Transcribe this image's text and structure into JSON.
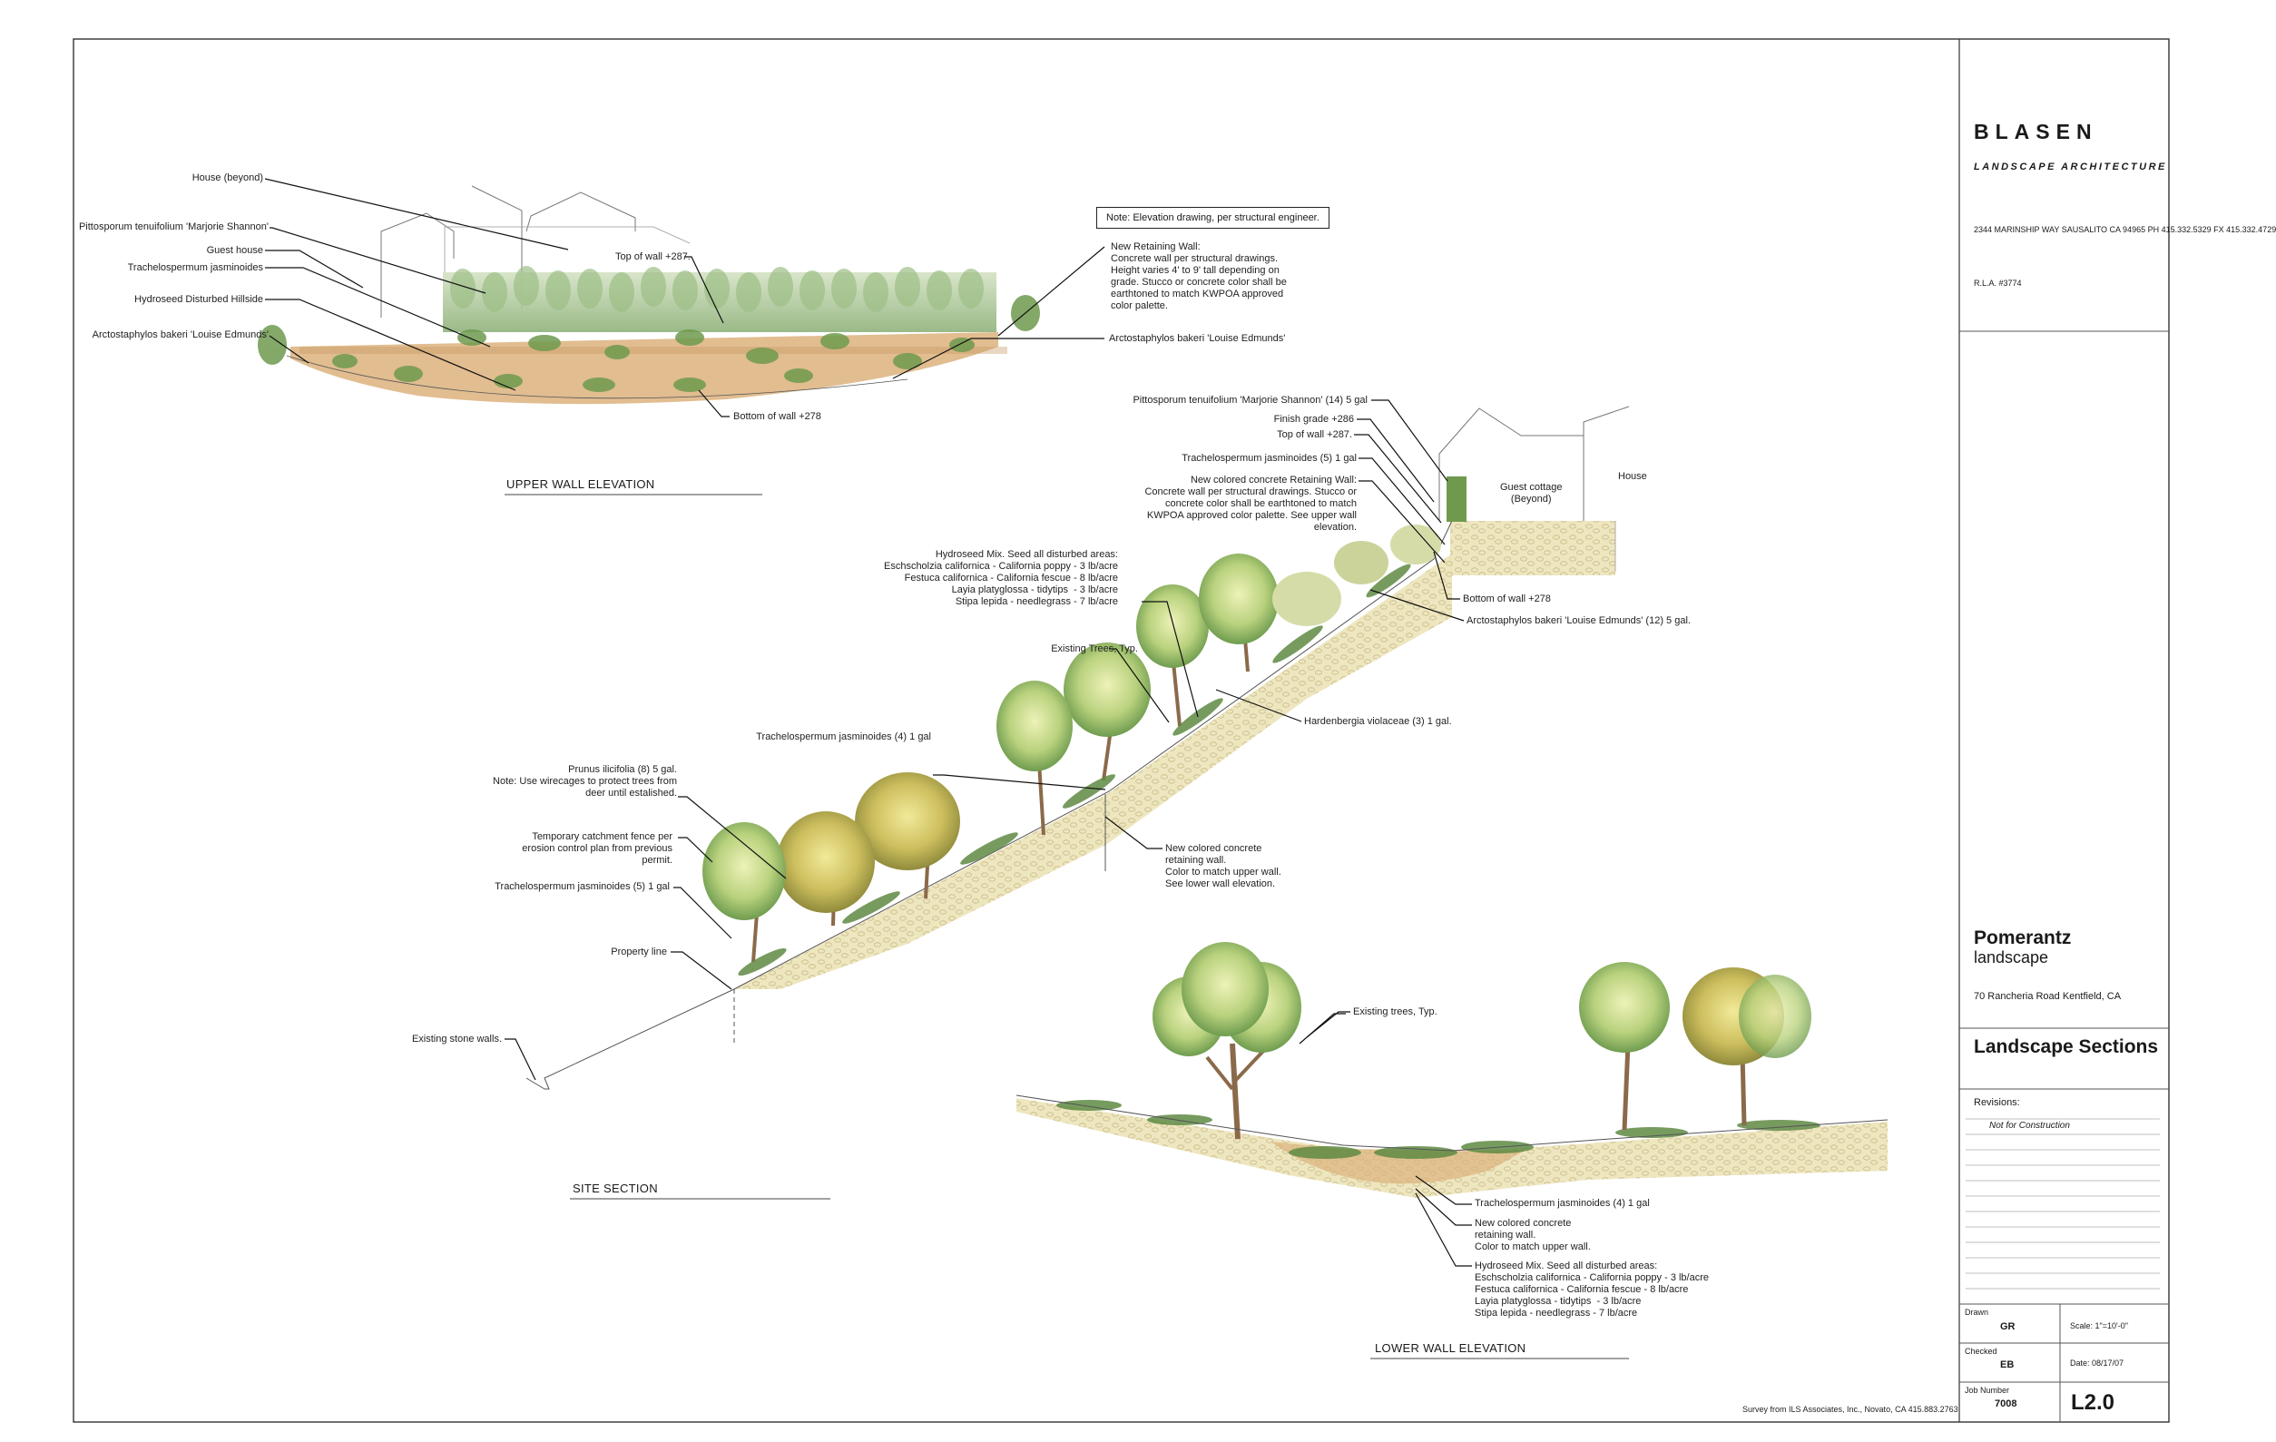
{
  "firm": {
    "name": "BLASEN",
    "tagline": "LANDSCAPE ARCHITECTURE",
    "address": "2344 MARINSHIP WAY\nSAUSALITO CA 94965\nPH 415.332.5329\nFX 415.332.4729",
    "license": "R.L.A. #3774"
  },
  "client": {
    "name": "Pomerantz",
    "subtitle": "landscape",
    "address": "70 Rancheria Road\nKentfield, CA"
  },
  "sheet": {
    "title": "Landscape\nSections",
    "revisions_label": "Revisions:",
    "revision_note": "Not for Construction",
    "drawn_label": "Drawn",
    "drawn_value": "GR",
    "scale": "Scale:  1\"=10'-0\"",
    "checked_label": "Checked",
    "checked_value": "EB",
    "date": "Date:  08/17/07",
    "job_label": "Job Number",
    "job_value": "7008",
    "sheet_number": "L2.0",
    "survey_note": "Survey from ILS Associates, Inc., Novato, CA 415.883.2763"
  },
  "views": {
    "upper": "UPPER WALL ELEVATION",
    "site": "SITE SECTION",
    "lower": "LOWER WALL ELEVATION"
  },
  "upper_labels": {
    "house_beyond": "House (beyond)",
    "pittosporum": "Pittosporum tenuifolium 'Marjorie Shannon'",
    "guest_house": "Guest house",
    "trachelospermum": "Trachelospermum jasminoides",
    "hydroseed": "Hydroseed Disturbed Hillside",
    "arcto_left": "Arctostaphylos bakeri 'Louise Edmunds'",
    "top_wall": "Top of wall +287.",
    "note_box": "Note: Elevation drawing, per structural engineer.",
    "new_wall": "New Retaining Wall:\nConcrete wall per structural drawings.\nHeight varies 4' to 9' tall depending on\ngrade. Stucco or concrete color shall be\nearthtoned to match KWPOA approved\ncolor palette.",
    "arcto_right": "Arctostaphylos bakeri 'Louise Edmunds'",
    "bottom_wall": "Bottom of wall +278"
  },
  "site_labels": {
    "pittosporum": "Pittosporum tenuifolium 'Marjorie Shannon' (14) 5 gal",
    "finish_grade": "Finish grade +286",
    "top_wall": "Top of wall +287.",
    "trach5": "Trachelospermum jasminoides (5) 1 gal",
    "new_wall": "New colored concrete Retaining Wall:\nConcrete wall per structural drawings. Stucco or\nconcrete color shall be earthtoned to match\nKWPOA approved color palette. See upper wall\nelevation.",
    "house": "House",
    "guest_cottage": "Guest cottage\n(Beyond)",
    "hydroseed": "Hydroseed Mix. Seed all disturbed areas:\nEschscholzia californica - California poppy - 3 lb/acre\nFestuca californica - California fescue - 8 lb/acre\nLayia platyglossa - tidytips  - 3 lb/acre\nStipa lepida - needlegrass - 7 lb/acre",
    "bottom_wall": "Bottom of wall +278",
    "arcto": "Arctostaphylos bakeri 'Louise Edmunds' (12) 5 gal.",
    "existing_trees": "Existing Trees, Typ.",
    "hardenbergia": "Hardenbergia violaceae (3) 1 gal.",
    "trach4": "Trachelospermum jasminoides (4) 1 gal",
    "prunus": "Prunus ilicifolia (8) 5 gal.\nNote: Use wirecages to protect trees from\ndeer until estalished.",
    "catchment": "Temporary catchment fence per\nerosion control plan from previous\npermit.",
    "trach5b": "Trachelospermum jasminoides (5) 1 gal",
    "new_lower_wall": "New colored concrete\nretaining wall.\nColor to match upper wall.\nSee lower wall elevation.",
    "property_line": "Property line",
    "stone_walls": "Existing stone walls."
  },
  "lower_labels": {
    "existing_trees": "Existing trees, Typ.",
    "trach4": "Trachelospermum jasminoides (4) 1 gal",
    "new_wall": "New colored concrete\nretaining wall.\nColor to match upper wall.",
    "hydroseed": "Hydroseed Mix. Seed all disturbed areas:\nEschscholzia californica - California poppy - 3 lb/acre\nFestuca californica - California fescue - 8 lb/acre\nLayia platyglossa - tidytips  - 3 lb/acre\nStipa lepida - needlegrass - 7 lb/acre"
  },
  "colors": {
    "wall_fill": "#e9dfb0",
    "soil": "#d8b27a",
    "foliage_green": "#7fae5e",
    "foliage_light": "#c9dc8a",
    "trunk": "#8a6a4a",
    "line": "#222222"
  }
}
